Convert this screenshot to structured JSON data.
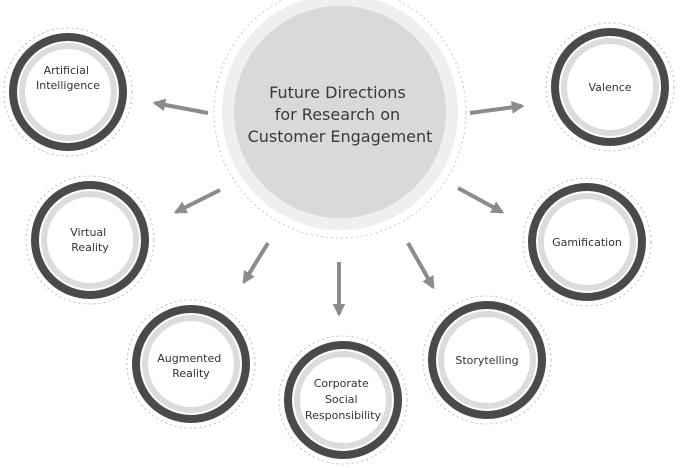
{
  "center": {
    "lines": [
      "Future Directions",
      "for Research on",
      "Customer Engagement"
    ]
  },
  "nodes": [
    {
      "id": "artificial-intelligence",
      "lines": [
        "Artificial",
        "Intelligence"
      ]
    },
    {
      "id": "virtual-reality",
      "lines": [
        "Virtual",
        "Reality"
      ]
    },
    {
      "id": "augmented-reality",
      "lines": [
        "Augmented",
        "Reality"
      ]
    },
    {
      "id": "corporate-social-responsibility",
      "lines": [
        "Corporate",
        "Social",
        "Responsibility"
      ]
    },
    {
      "id": "storytelling",
      "lines": [
        "Storytelling"
      ]
    },
    {
      "id": "gamification",
      "lines": [
        "Gamification"
      ]
    },
    {
      "id": "valence",
      "lines": [
        "Valence"
      ]
    }
  ],
  "colors": {
    "center_fill": "#d9d9d9",
    "ring_outer": "#4a4a4a",
    "ring_inner": "#dcdcdc",
    "arrow": "#8c8c8c",
    "text": "#333333"
  }
}
